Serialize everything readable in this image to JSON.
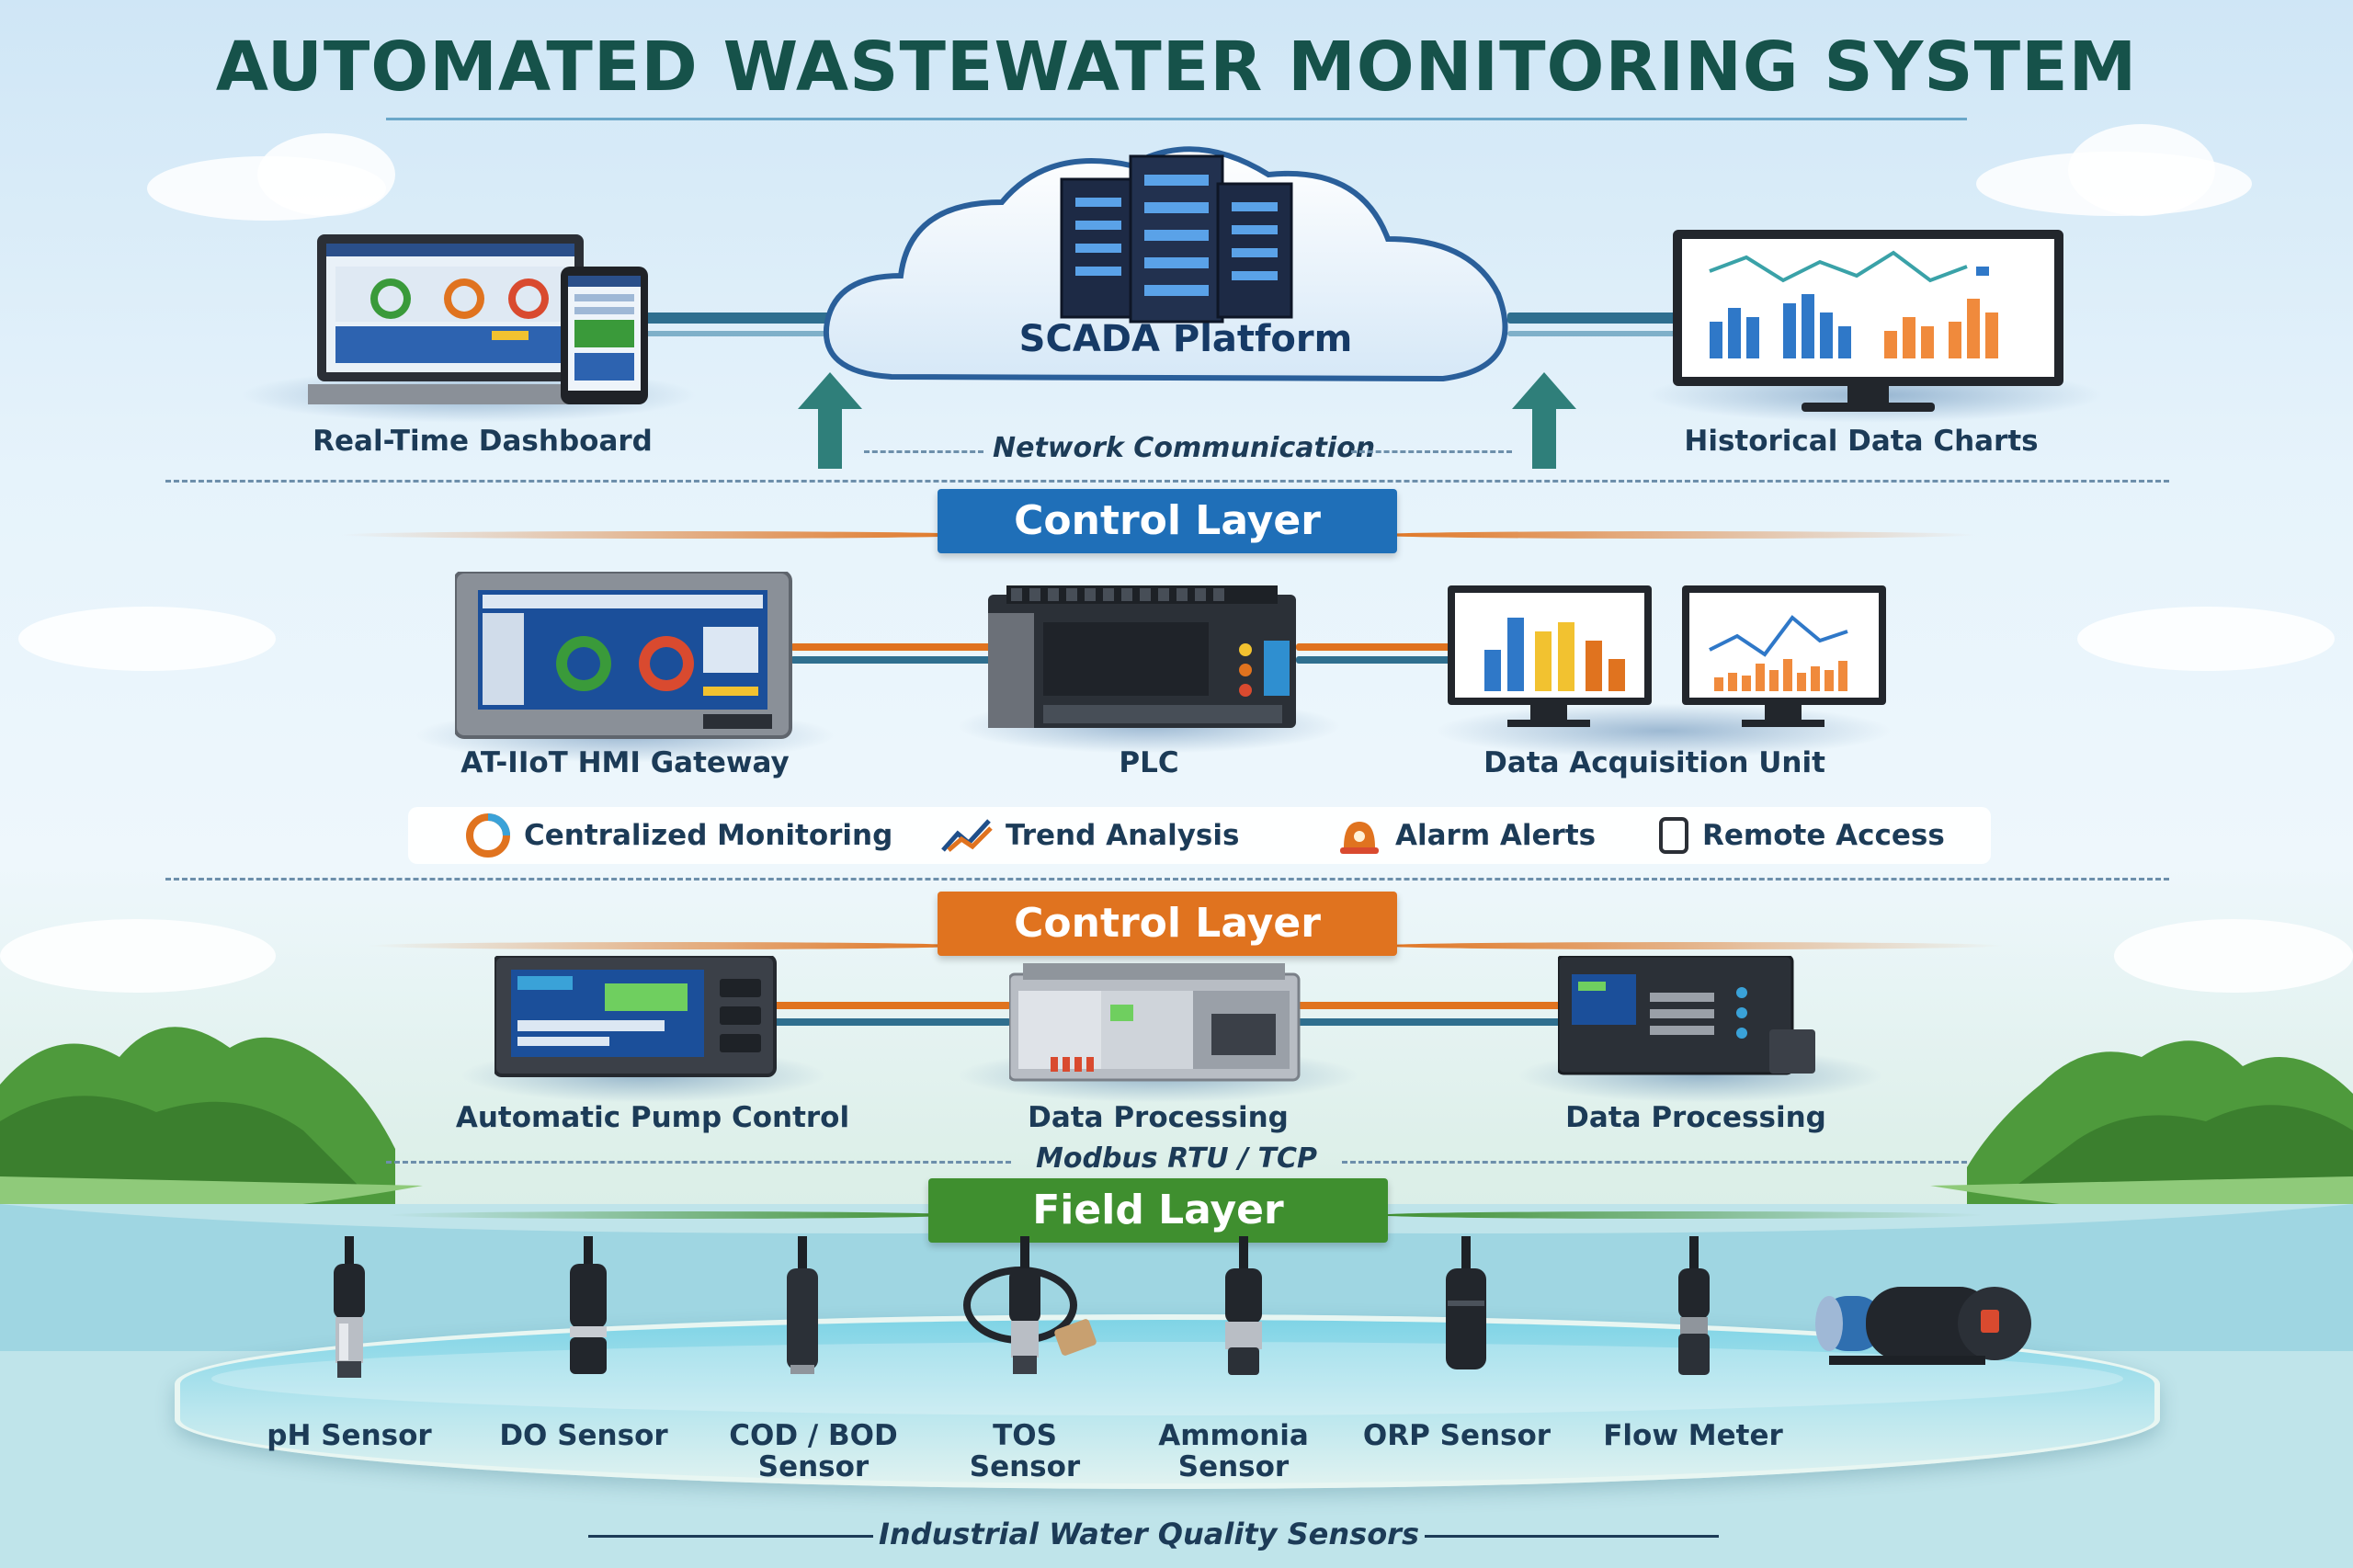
{
  "title": "AUTOMATED WASTEWATER MONITORING SYSTEM",
  "top_layer": {
    "dashboard_label": "Real-Time Dashboard",
    "cloud_label": "SCADA Platform",
    "charts_label": "Historical Data Charts",
    "network_label": "Network Communication"
  },
  "control_layer_1": {
    "banner": "Control Layer",
    "banner_color": "#1f6fb8",
    "devices": [
      "AT-IIoT HMI Gateway",
      "PLC",
      "Data Acquisition Unit"
    ]
  },
  "features": [
    {
      "icon": "monitoring-icon",
      "label": "Centralized Monitoring"
    },
    {
      "icon": "trend-icon",
      "label": "Trend Analysis"
    },
    {
      "icon": "alarm-icon",
      "label": "Alarm Alerts"
    },
    {
      "icon": "mobile-icon",
      "label": "Remote Access"
    }
  ],
  "control_layer_2": {
    "banner": "Control Layer",
    "banner_color": "#e0731f",
    "devices": [
      "Automatic Pump Control",
      "Data Processing",
      "Data Processing"
    ],
    "protocol_label": "Modbus RTU / TCP"
  },
  "field_layer": {
    "banner": "Field Layer",
    "banner_color": "#3f8f2f",
    "sensors": [
      {
        "line1": "pH Sensor",
        "line2": ""
      },
      {
        "line1": "DO Sensor",
        "line2": ""
      },
      {
        "line1": "COD / BOD",
        "line2": "Sensor"
      },
      {
        "line1": "TOS",
        "line2": "Sensor"
      },
      {
        "line1": "Ammonia",
        "line2": "Sensor"
      },
      {
        "line1": "ORP Sensor",
        "line2": ""
      },
      {
        "line1": "Flow Meter",
        "line2": ""
      }
    ],
    "footer_label": "Industrial Water Quality Sensors"
  }
}
